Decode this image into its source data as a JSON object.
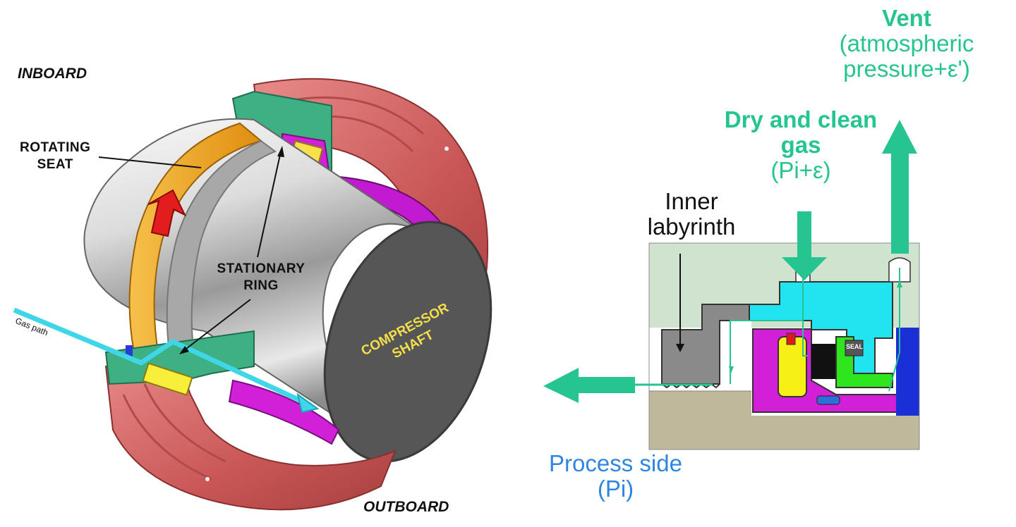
{
  "labels": {
    "inboard": "INBOARD",
    "outboard": "OUTBOARD",
    "rotating_seat_line1": "ROTATING",
    "rotating_seat_line2": "SEAT",
    "stationary_ring_line1": "STATIONARY",
    "stationary_ring_line2": "RING",
    "gas_path": "Gas path",
    "compressor_shaft_line1": "COMPRESSOR",
    "compressor_shaft_line2": "SHAFT",
    "vent_line1": "Vent",
    "vent_line2": "(atmospheric",
    "vent_line3": "pressure+ε')",
    "dry_gas_line1": "Dry and clean",
    "dry_gas_line2": "gas",
    "dry_gas_line3": "(Pi+ε)",
    "inner_labyrinth_line1": "Inner",
    "inner_labyrinth_line2": "labyrinth",
    "process_side_line1": "Process side",
    "process_side_line2": "(Pi)",
    "seal_tag": "SEAL"
  },
  "colors": {
    "housing_red": "#d86a6a",
    "rotating_seat_orange": "#f2a81c",
    "carrier_magenta": "#d21fd8",
    "housing_green": "#3fb083",
    "gas_path_cyan": "#3fd7e8",
    "shaft_dark": "#565656",
    "flow_green": "#26c491",
    "process_blue": "#2f86e0",
    "cavity_cyan": "#22e3f0",
    "spring_green": "#2fe61e",
    "seal_yellow": "#f7f017",
    "end_blue": "#1b2fd6",
    "base_tan": "#bfb89a",
    "housing_light": "#cfe3cf"
  }
}
